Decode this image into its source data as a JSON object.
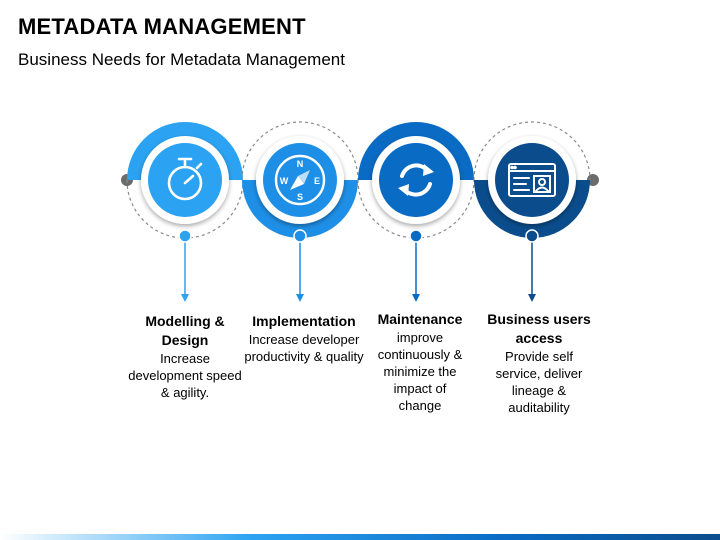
{
  "header": {
    "title": "METADATA MANAGEMENT",
    "subtitle": "Business Needs for Metadata Management"
  },
  "steps": [
    {
      "heading": "Modelling & Design",
      "description": "Increase development speed & agility.",
      "icon": "stopwatch-icon",
      "color": "#2ca3f2"
    },
    {
      "heading": "Implementation",
      "description": "Increase developer productivity & quality",
      "icon": "compass-icon",
      "color": "#1e8fe6",
      "compass": {
        "n": "N",
        "s": "S",
        "e": "E",
        "w": "W"
      }
    },
    {
      "heading": "Maintenance",
      "description": "improve continuously & minimize the impact of change",
      "icon": "refresh-icon",
      "color": "#0a6bc4"
    },
    {
      "heading": "Business users access",
      "description": "Provide self service, deliver lineage & auditability",
      "icon": "id-card-icon",
      "color": "#0b4d8c"
    }
  ],
  "colors": {
    "connector_dot": "#6b6b6b",
    "dashed_ring": "#8a8a8a",
    "icon_stroke": "#ffffff"
  }
}
